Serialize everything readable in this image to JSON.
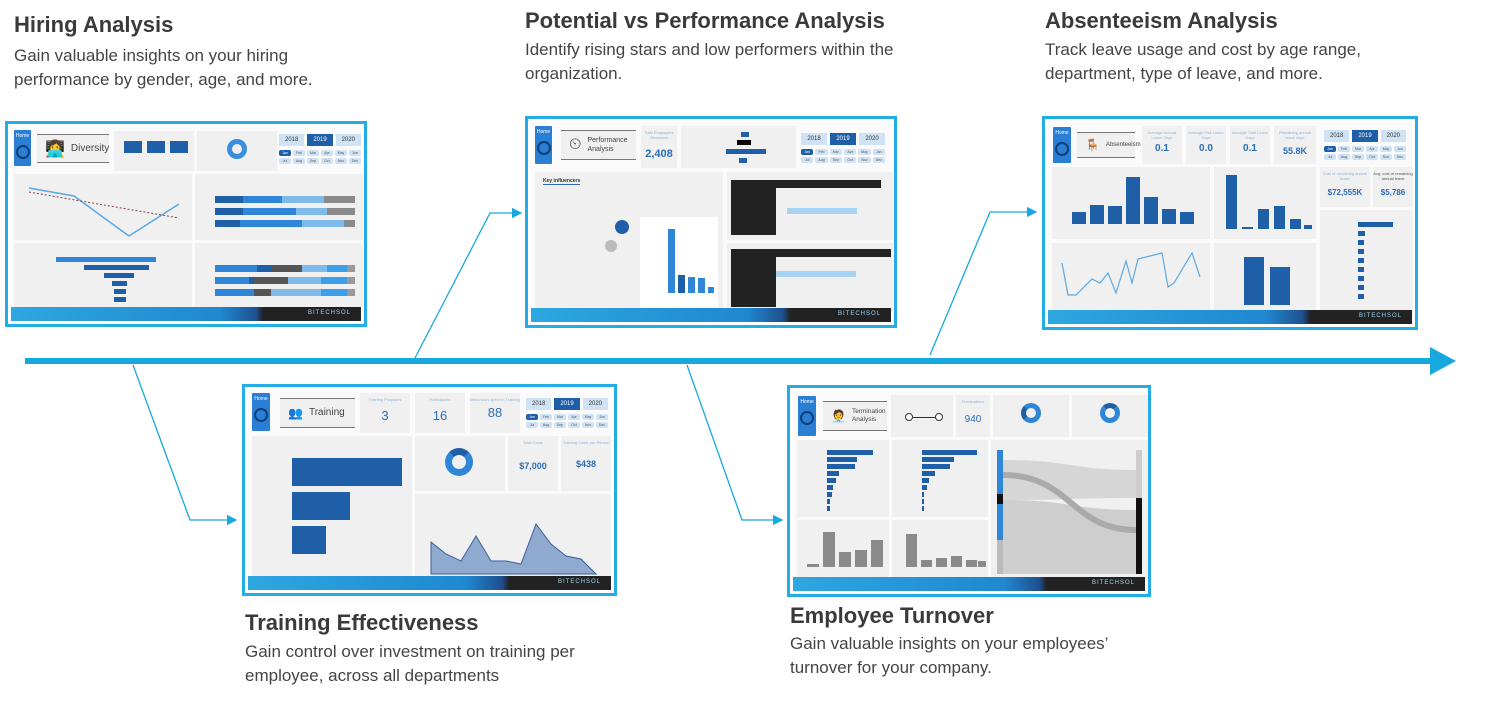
{
  "sections": {
    "hiring": {
      "title": "Hiring Analysis",
      "desc": [
        "Gain valuable insights on your hiring",
        "performance by gender, age, and more."
      ],
      "dashboard_title": "Diversity"
    },
    "potential": {
      "title": "Potential vs Performance Analysis",
      "desc": [
        "Identify rising stars and low performers within the",
        "organization."
      ],
      "dashboard_title": "Performance Analysis",
      "kpi_label": "Total Employees Reviewed",
      "kpi_value": "2,408",
      "key_influencers": "Key influencers"
    },
    "absenteeism": {
      "title": "Absenteeism Analysis",
      "desc": [
        "Track leave usage and cost by age range,",
        "department, type of leave, and more."
      ],
      "dashboard_title": "Absenteeism",
      "kpis": [
        {
          "label": "Average Annual Leave Days",
          "value": "0.1"
        },
        {
          "label": "Average Sick Leave Days",
          "value": "0.0"
        },
        {
          "label": "Average Total Leave Days",
          "value": "0.1"
        },
        {
          "label": "Remaining annual leave days",
          "value": "55.8K"
        }
      ],
      "cost_kpis": [
        {
          "label": "Cost of remaining annual leave",
          "value": "$72,555K"
        },
        {
          "label": "Avg. cost of remaining annual leave",
          "value": "$5,786"
        }
      ]
    },
    "training": {
      "title": "Training Effectiveness",
      "desc": [
        "Gain control over investment on training per",
        "employee, across all departments"
      ],
      "dashboard_title": "Training",
      "kpis": [
        {
          "label": "Training Programs",
          "value": "3"
        },
        {
          "label": "Participants",
          "value": "16"
        },
        {
          "label": "Man-hours spent in Training",
          "value": "88"
        }
      ],
      "cost_kpis": [
        {
          "label": "Total Costs",
          "value": "$7,000"
        },
        {
          "label": "Training Costs per Person",
          "value": "$438"
        }
      ]
    },
    "turnover": {
      "title": "Employee Turnover",
      "desc": [
        "Gain valuable insights on your employees’",
        "turnover for your company."
      ],
      "dashboard_title": "Termination Analysis",
      "kpi_label": "Terminations",
      "kpi_value": "940"
    }
  },
  "common": {
    "home": "Home",
    "years": [
      "2018",
      "2019",
      "2020"
    ],
    "selected_year": "2019",
    "months": [
      "Jan",
      "Feb",
      "Mar",
      "Apr",
      "May",
      "Jun",
      "Jul",
      "Aug",
      "Sep",
      "Oct",
      "Nov",
      "Dec"
    ],
    "brand": "BITECHSOL"
  },
  "colors": {
    "accent": "#17a8df",
    "bars": "#1f5fa8"
  }
}
